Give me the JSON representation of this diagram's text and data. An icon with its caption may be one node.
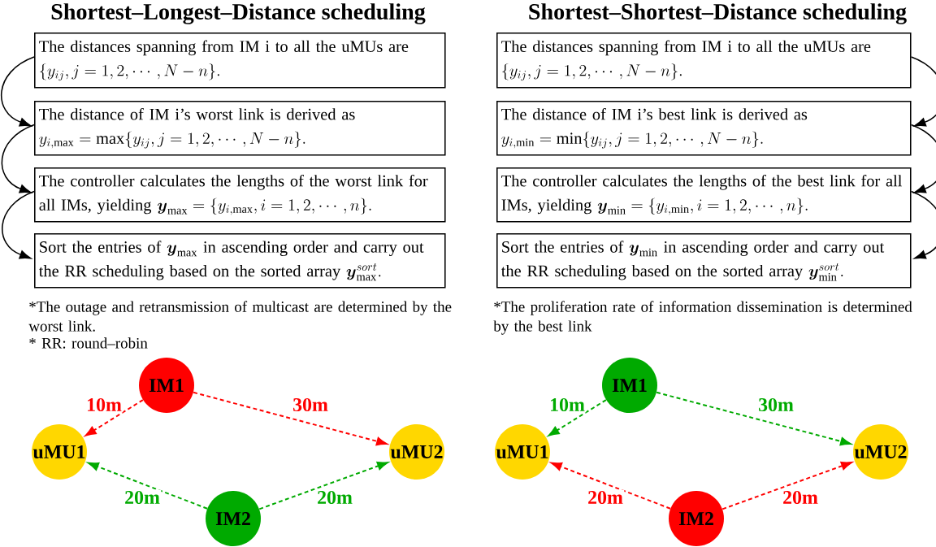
{
  "diagram": {
    "nodes": [
      {
        "text": [
          "The distances spanning from IM i to all the uMUs are",
          "\\{y_{ij}, j=1,2,\\cdots,N-n\\}."
        ]
      },
      {
        "text": [
          "The distance of IM i’s worst link is derived as",
          "y_{i,\\max}=\\max\\{y_{ij}, j=1,2,\\cdots,N-n\\}."
        ]
      },
      {
        "text": [
          "The controller calculates the lengths of the worst link for all IMs, yielding",
          "\\boldsymbol{y}_{\\max}=\\{y_{i,\\max}, i=1,2,\\cdots,n\\}."
        ]
      },
      {
        "text": [
          "Sort the entries of",
          "\\boldsymbol{y}_{\\max}",
          "in ascending order and carry out the RR scheduling based on the sorted array",
          "\\boldsymbol{y}_{\\max}^{sort}."
        ]
      },
      {
        "text": [
          "The distances spanning from IM i to all the uMUs are",
          "\\{y_{ij}, j=1,2,\\cdots,N-n\\}."
        ]
      },
      {
        "text": [
          "The distance of IM i’s best link is derived as",
          "y_{i,\\min}=\\min\\{y_{ij}, j=1,2,\\cdots,N-n\\}."
        ]
      },
      {
        "text": [
          "The controller calculates the lengths of the best link for all IMs, yielding",
          "\\boldsymbol{y}_{\\min}=\\{y_{i,\\min}, i=1,2,\\cdots,n\\}."
        ]
      },
      {
        "text": [
          "Sort the entries of",
          "\\boldsymbol{y}_{\\min}",
          "in ascending order and carry out the RR scheduling based on the sorted array",
          "\\boldsymbol{y}_{\\min}^{sort}."
        ]
      },
      {
        "text": [
          "IM1"
        ]
      },
      {
        "text": [
          "uMU1"
        ]
      },
      {
        "text": [
          "uMU2"
        ]
      },
      {
        "text": [
          "IM2"
        ]
      },
      {
        "text": [
          "IM1"
        ]
      },
      {
        "text": [
          "uMU1"
        ]
      },
      {
        "text": [
          "uMU2"
        ]
      },
      {
        "text": [
          "IM2"
        ]
      }
    ],
    "edges": [
      {
        "from": 0,
        "to": 1,
        "arrow": "to",
        "color": "#000000"
      },
      {
        "from": 1,
        "to": 2,
        "arrow": "to",
        "color": "#000000"
      },
      {
        "from": 2,
        "to": 3,
        "arrow": "to",
        "color": "#000000"
      },
      {
        "from": 4,
        "to": 5,
        "arrow": "to",
        "color": "#000000"
      },
      {
        "from": 5,
        "to": 6,
        "arrow": "to",
        "color": "#000000"
      },
      {
        "from": 6,
        "to": 7,
        "arrow": "to",
        "color": "#000000"
      },
      {
        "from": 8,
        "to": 9,
        "arrow": "to",
        "label": "10m",
        "style": "dashed",
        "color": "#ff0000"
      },
      {
        "from": 8,
        "to": 10,
        "arrow": "to",
        "label": "30m",
        "style": "dashed",
        "color": "#ff0000"
      },
      {
        "from": 11,
        "to": 9,
        "arrow": "to",
        "label": "20m",
        "style": "dashed",
        "color": "#00aa00"
      },
      {
        "from": 11,
        "to": 10,
        "arrow": "to",
        "label": "20m",
        "style": "dashed",
        "color": "#00aa00"
      },
      {
        "from": 12,
        "to": 13,
        "arrow": "to",
        "label": "10m",
        "style": "dashed",
        "color": "#00aa00"
      },
      {
        "from": 12,
        "to": 14,
        "arrow": "to",
        "label": "30m",
        "style": "dashed",
        "color": "#00aa00"
      },
      {
        "from": 15,
        "to": 13,
        "arrow": "to",
        "label": "20m",
        "style": "dashed",
        "color": "#ff0000"
      },
      {
        "from": 15,
        "to": 14,
        "arrow": "to",
        "label": "20m",
        "style": "dashed",
        "color": "#ff0000"
      }
    ],
    "labels": [
      "Shortest–Longest–Distance scheduling",
      "Shortest–Shortest–Distance scheduling",
      "*The outage and retransmission of multicast are determined by the worst link.",
      "* RR: round–robin",
      "*The proliferation rate of information dissemination is determined by the best link"
    ]
  }
}
